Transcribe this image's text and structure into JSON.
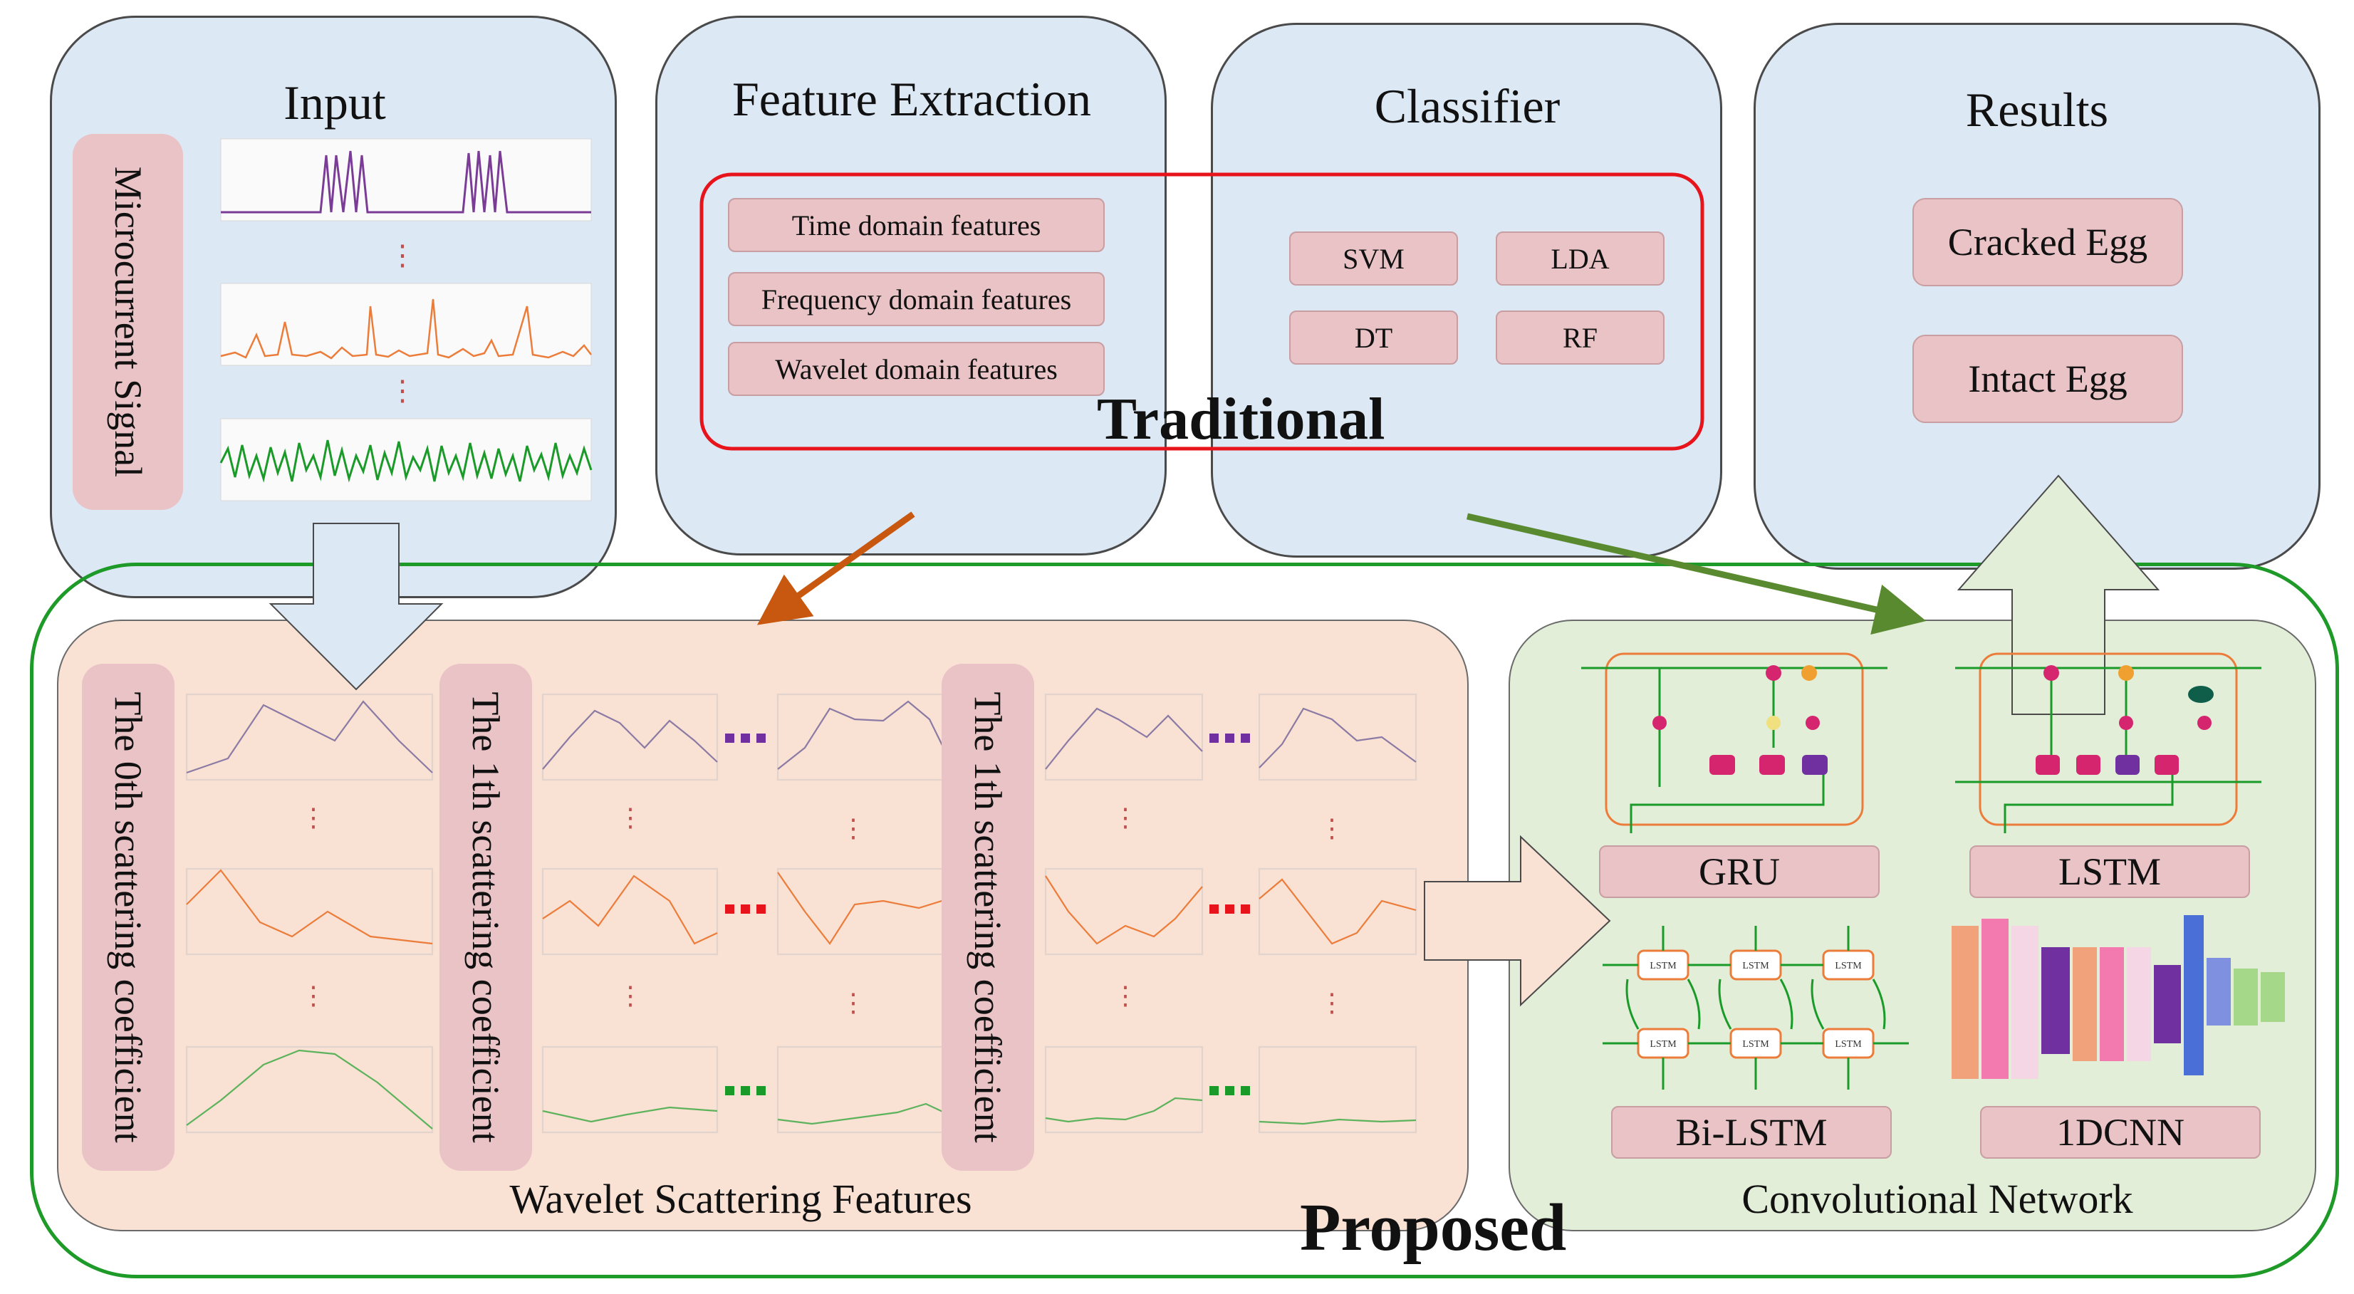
{
  "input": {
    "title": "Input",
    "signal_label": "Microcurrent Signal"
  },
  "feature_extraction": {
    "title": "Feature Extraction",
    "items": [
      "Time domain features",
      "Frequency domain features",
      "Wavelet domain features"
    ]
  },
  "classifier": {
    "title": "Classifier",
    "items": [
      "SVM",
      "LDA",
      "DT",
      "RF"
    ]
  },
  "results": {
    "title": "Results",
    "items": [
      "Cracked Egg",
      "Intact Egg"
    ]
  },
  "traditional_label": "Traditional",
  "proposed_label": "Proposed",
  "wavelet": {
    "caption": "Wavelet Scattering Features",
    "coefficients": [
      "The 0th scattering coefficient",
      "The 1th scattering coefficient",
      "The 1th scattering coefficient"
    ]
  },
  "network": {
    "caption": "Convolutional Network",
    "models": [
      "GRU",
      "LSTM",
      "Bi-LSTM",
      "1DCNN"
    ]
  },
  "colors": {
    "panel": "#dde8f5",
    "pink_box": "#e9c3c5",
    "traditional_outline": "#e8141c",
    "proposed_outline": "#1e9a28",
    "wavelet_bg": "#f9e1d4",
    "network_bg": "#e2eed8",
    "orange_arrow": "#c8580f",
    "green_arrow": "#5a8a30"
  }
}
